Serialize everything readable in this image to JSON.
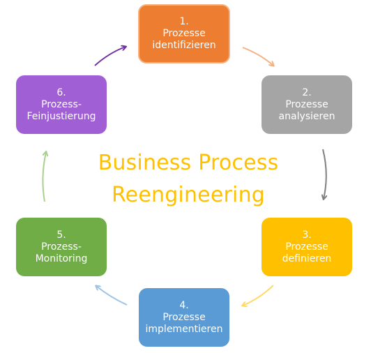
{
  "title": {
    "line1": "Business Process",
    "line2": "Reengineering",
    "color": "#ffc000"
  },
  "steps": [
    {
      "number": "1.",
      "lines": [
        "Prozesse",
        "identifizieren"
      ],
      "color": "#ed7d31"
    },
    {
      "number": "2.",
      "lines": [
        "Prozesse",
        "analysieren"
      ],
      "color": "#a5a5a5"
    },
    {
      "number": "3.",
      "lines": [
        "Prozesse",
        "definieren"
      ],
      "color": "#ffc000"
    },
    {
      "number": "4.",
      "lines": [
        "Prozesse",
        "implementieren"
      ],
      "color": "#5b9bd5"
    },
    {
      "number": "5.",
      "lines": [
        "Prozess-",
        "Monitoring"
      ],
      "color": "#70ad47"
    },
    {
      "number": "6.",
      "lines": [
        "Prozess-",
        "Feinjustierung"
      ],
      "color": "#a15fd6"
    }
  ],
  "arrows": [
    {
      "from": "1",
      "to": "2",
      "color": "#f4b183"
    },
    {
      "from": "2",
      "to": "3",
      "color": "#7f7f7f"
    },
    {
      "from": "3",
      "to": "4",
      "color": "#ffd966"
    },
    {
      "from": "4",
      "to": "5",
      "color": "#9dc3e6"
    },
    {
      "from": "5",
      "to": "6",
      "color": "#a9d18e"
    },
    {
      "from": "6",
      "to": "1",
      "color": "#7030a0"
    }
  ]
}
